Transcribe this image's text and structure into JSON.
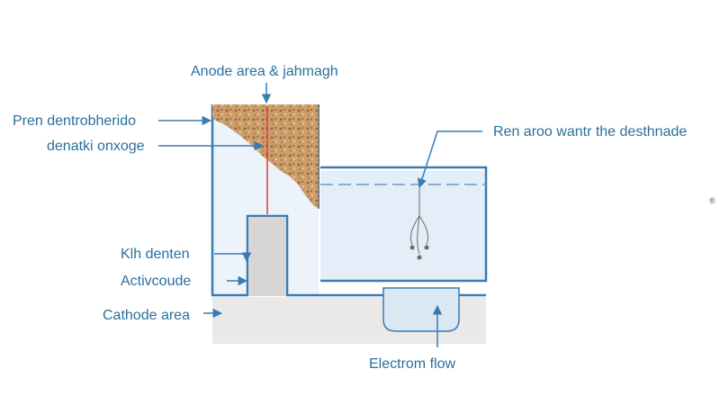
{
  "labels": {
    "anode_area": "Anode area & jahmagh",
    "pren": "Pren dentrobherido",
    "denatki": "denatki onxoge",
    "ren_aroo": "Ren aroo wantr the desthnade",
    "klh_denten": "Klh denten",
    "activcoude": "Activcoude",
    "cathode_area": "Cathode area",
    "electron_flow": "Electrom flow",
    "corner_mark": "®"
  },
  "colors": {
    "outline": "#3a7bb4",
    "label": "#2a6f9e",
    "water": "#e3eef8",
    "ground": "#ebe9e7",
    "corrosion": "#b07a3c",
    "probe": "#d23b3b"
  }
}
